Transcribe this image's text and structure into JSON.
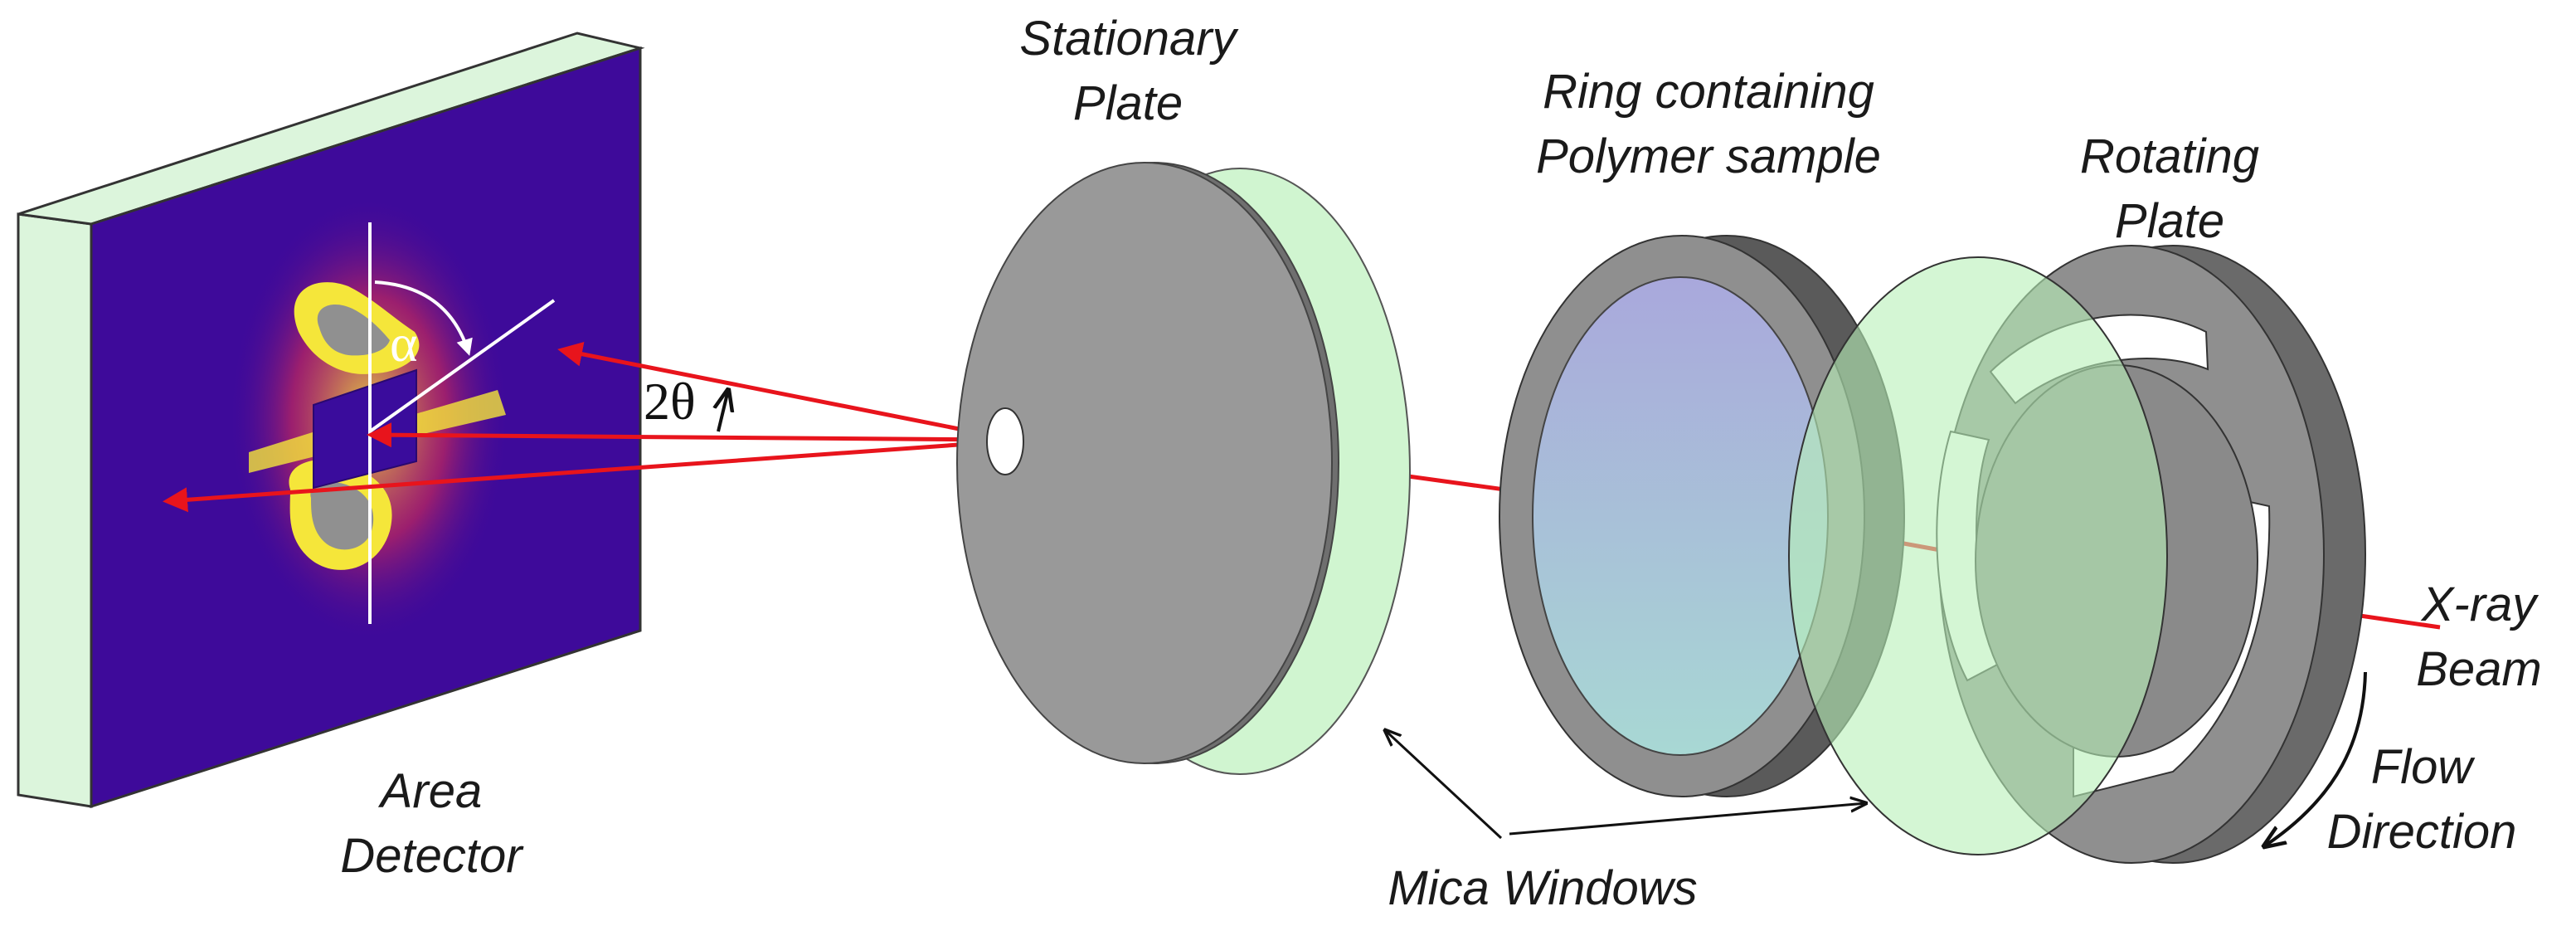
{
  "labels": {
    "area_detector_line1": "Area",
    "area_detector_line2": "Detector",
    "stationary_plate_line1": "Stationary",
    "stationary_plate_line2": "Plate",
    "ring_line1": "Ring containing",
    "ring_line2": "Polymer sample",
    "rotating_plate_line1": "Rotating",
    "rotating_plate_line2": "Plate",
    "xray_line1": "X-ray",
    "xray_line2": "Beam",
    "flow_line1": "Flow",
    "flow_line2": "Direction",
    "mica_windows": "Mica Windows"
  },
  "symbols": {
    "azimuth": "α",
    "scattering_angle": "2θ"
  },
  "colors": {
    "beam": "#e8141c",
    "detector_face": "#3e0a9a",
    "detector_frame": "#dcf5dc",
    "scatter_yellow": "#f5e63a",
    "scatter_red": "#e8304a",
    "scatter_gray": "#909090",
    "plate_gray": "#999999",
    "plate_dark": "#6f6f6f",
    "mica_green": "#b8f0b8",
    "sample_top": "#a9a8dc",
    "sample_bottom": "#a8d8d4"
  }
}
